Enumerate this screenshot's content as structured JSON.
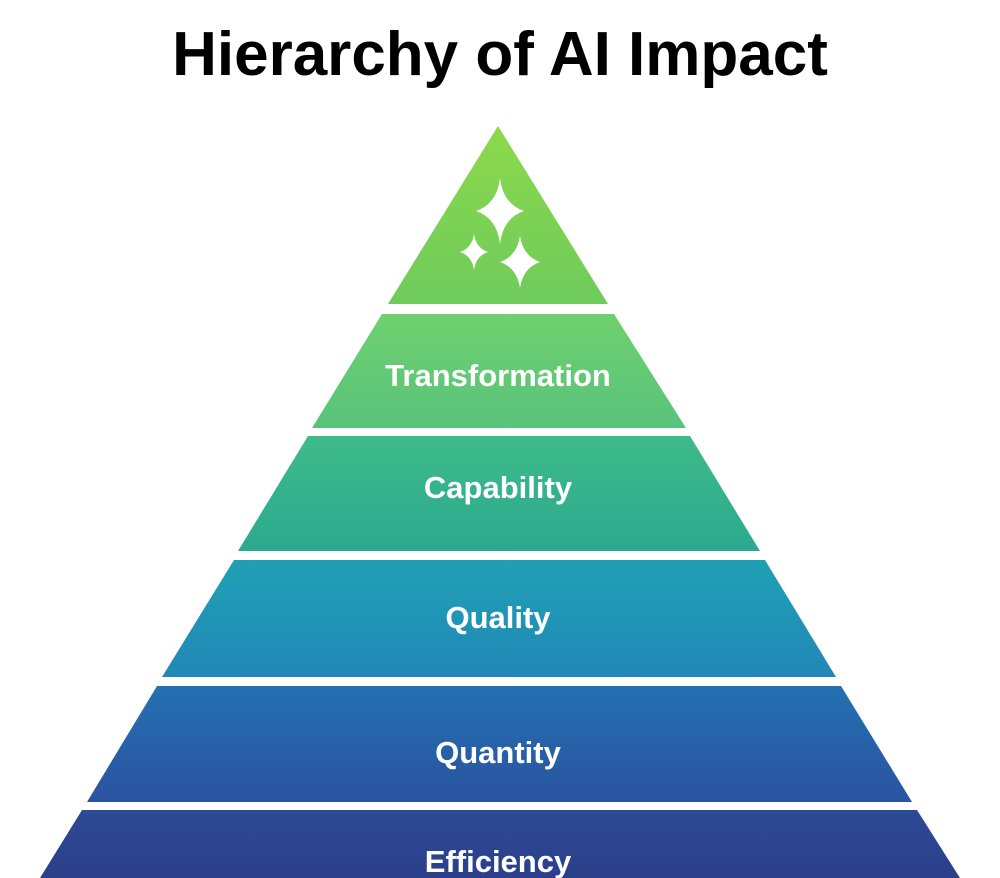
{
  "title": "Hierarchy of AI Impact",
  "pyramid": {
    "apex_icon": "sparkles-icon",
    "levels": [
      {
        "label": "Transformation",
        "color_top": "#6fd06d",
        "color_bottom": "#59c37c"
      },
      {
        "label": "Capability",
        "color_top": "#3dbb8a",
        "color_bottom": "#2ca98e"
      },
      {
        "label": "Quality",
        "color_top": "#20a0b4",
        "color_bottom": "#2188b8"
      },
      {
        "label": "Quantity",
        "color_top": "#2471b2",
        "color_bottom": "#2a53a0"
      },
      {
        "label": "Efficiency",
        "color_top": "#2c4a96",
        "color_bottom": "#2b3f8a"
      }
    ],
    "apex_color_top": "#8dd94a",
    "apex_color_bottom": "#6ecb5c"
  }
}
